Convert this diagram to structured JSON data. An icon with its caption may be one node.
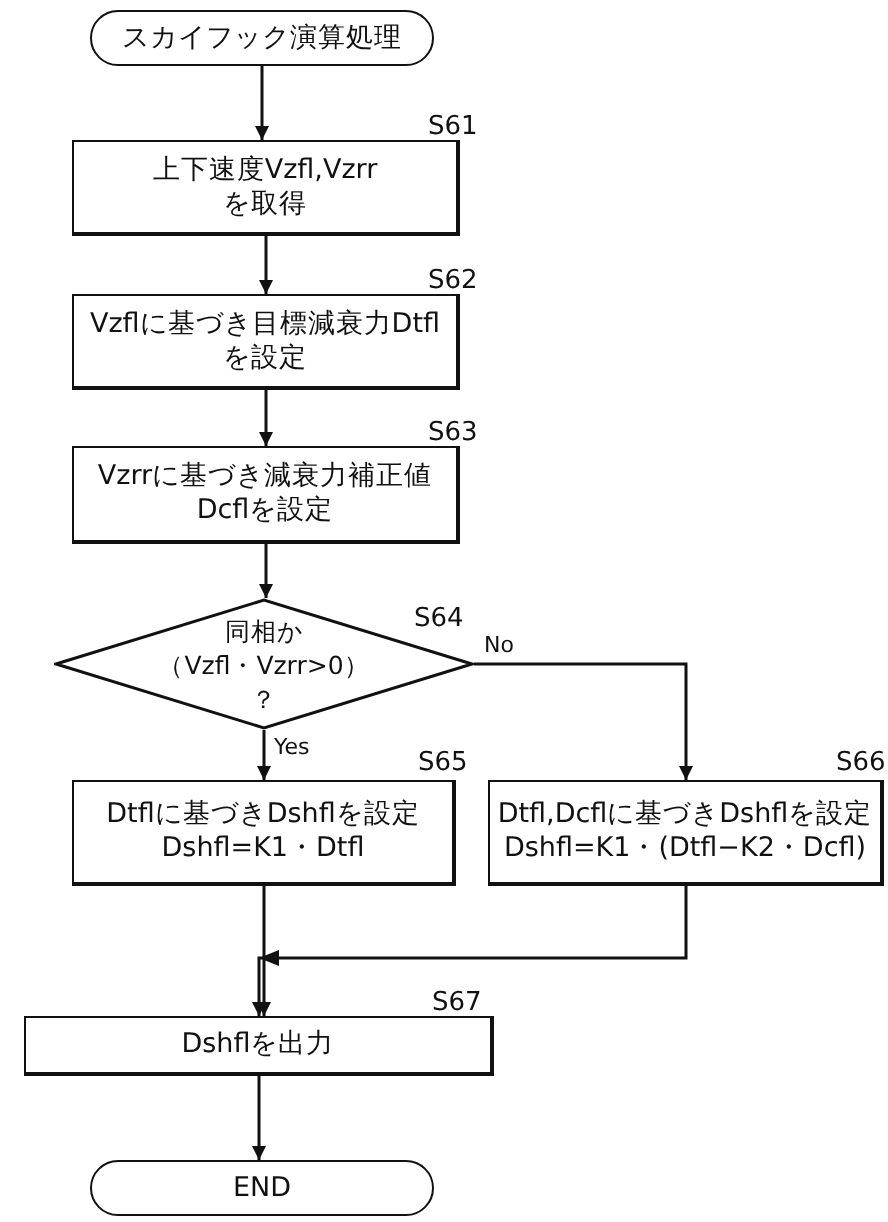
{
  "diagram": {
    "nodes": [
      {
        "text": [
          "スカイフック演算処理"
        ]
      },
      {
        "text": [
          "上下速度Vzfl,Vzrrを取得"
        ],
        "beside": [
          "S61"
        ]
      },
      {
        "text": [
          "Vzflに基づき目標減衰力Dtflを設定"
        ],
        "beside": [
          "S62"
        ]
      },
      {
        "text": [
          "Vzrrに基づき減衰力補正値Dcflを設定"
        ],
        "beside": [
          "S63"
        ]
      },
      {
        "text": [
          "同相か（Vzfl・Vzrr>0）？"
        ],
        "beside": [
          "S64"
        ]
      },
      {
        "text": [
          "Dtflに基づきDshflを設定",
          "Dshfl=K1・Dtfl"
        ],
        "beside": [
          "S65"
        ]
      },
      {
        "text": [
          "Dtfl,Dcflに基づきDshflを設定",
          "Dshfl=K1・(Dtfl−K2・Dcfl)"
        ],
        "beside": [
          "S66"
        ]
      },
      {
        "text": [
          "Dshflを出力"
        ],
        "beside": [
          "S67"
        ]
      },
      {
        "text": [
          "END"
        ]
      }
    ],
    "edges": [
      {
        "from": 0,
        "to": 1,
        "arrow": "to"
      },
      {
        "from": 1,
        "to": 2,
        "arrow": "to"
      },
      {
        "from": 2,
        "to": 3,
        "arrow": "to"
      },
      {
        "from": 3,
        "to": 4,
        "arrow": "to"
      },
      {
        "from": 4,
        "to": 5,
        "arrow": "to",
        "label": "Yes"
      },
      {
        "from": 4,
        "to": 6,
        "arrow": "to",
        "label": "No"
      },
      {
        "from": 5,
        "to": 7,
        "arrow": "to"
      },
      {
        "from": 6,
        "to": 7,
        "arrow": "to"
      },
      {
        "from": 7,
        "to": 8,
        "arrow": "to"
      }
    ]
  }
}
